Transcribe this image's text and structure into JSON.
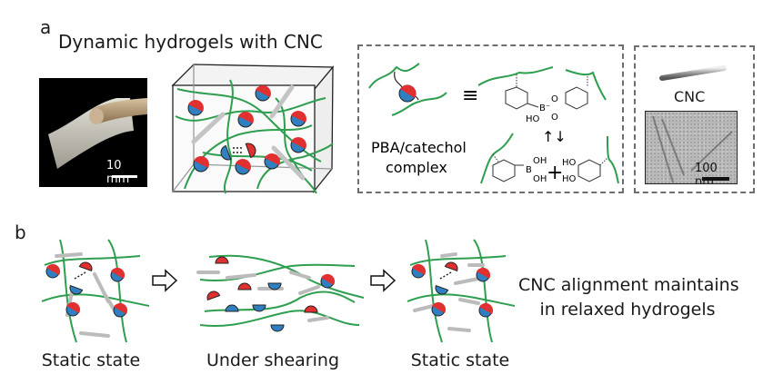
{
  "figure": {
    "panel_a": {
      "label": "a",
      "title": "Dynamic hydrogels with CNC",
      "photo": {
        "scale_label": "10 mm"
      },
      "complex_box": {
        "label_line1": "PBA/catechol",
        "label_line2": "complex",
        "equiv_symbol": "≡",
        "equilibrium_symbol": "↑↓",
        "plus_symbol": "+",
        "atoms": {
          "oxygen": "O",
          "boron": "B",
          "boron_anion": "B⁻",
          "hydroxyl": "HO",
          "hydroxyl_r": "OH"
        }
      },
      "cnc_box": {
        "label": "CNC",
        "tem_scale_label": "100 nm"
      }
    },
    "panel_b": {
      "label": "b",
      "stages": [
        {
          "caption": "Static state"
        },
        {
          "caption": "Under shearing"
        },
        {
          "caption": "Static state"
        }
      ],
      "conclusion_line1": "CNC alignment maintains",
      "conclusion_line2": "in relaxed hydrogels"
    },
    "colors": {
      "polymer_chain": "#2e9e4f",
      "pba_red": "#e03030",
      "catechol_blue": "#2f7fc1",
      "cnc_gray": "#b5b5b5",
      "dashed_border": "#6e6e6e",
      "outline": "#1a1a1a"
    }
  }
}
